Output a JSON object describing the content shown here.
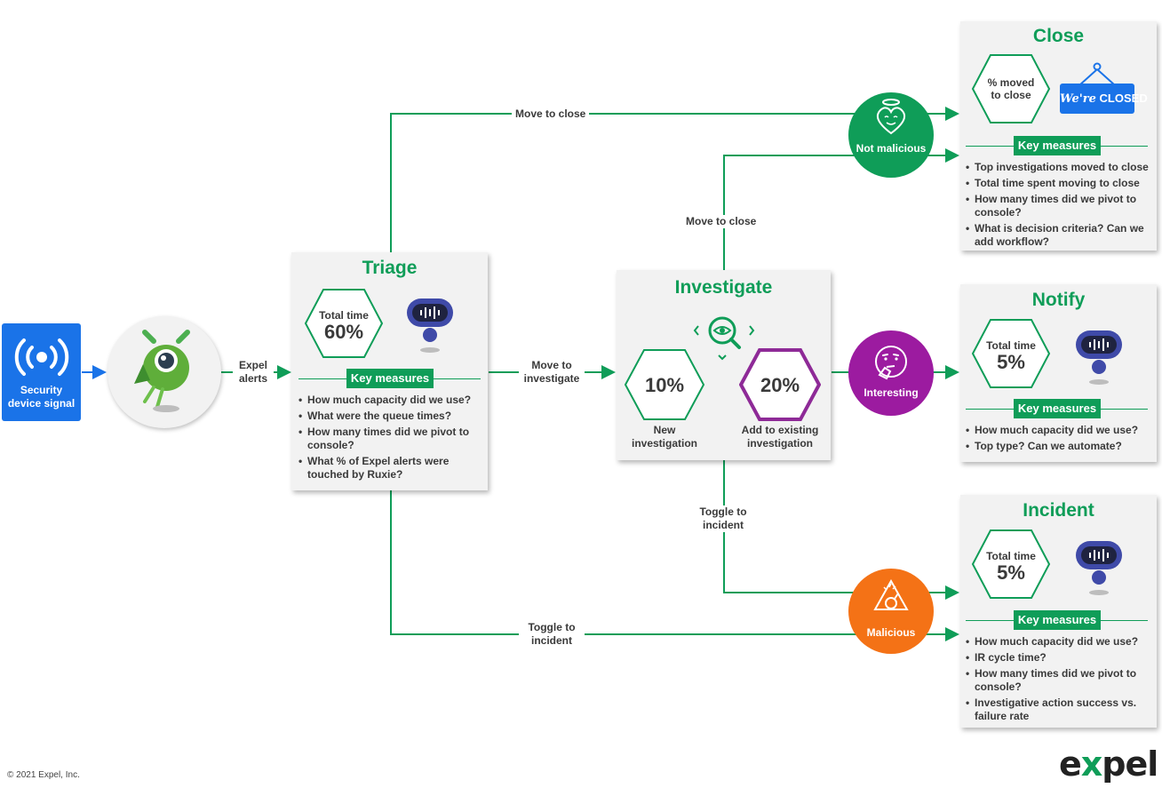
{
  "signal": {
    "label": "Security device signal",
    "icon": "wireless-signal-icon"
  },
  "edges": {
    "expel_alerts": "Expel alerts",
    "move_to_close_top": "Move to close",
    "move_to_close_mid": "Move to close",
    "move_to_investigate": "Move to investigate",
    "toggle_to_incident_mid": "Toggle to incident",
    "toggle_to_incident_bottom": "Toggle to incident"
  },
  "triage": {
    "title": "Triage",
    "hex_label": "Total time",
    "hex_value": "60%",
    "key_measures": "Key measures",
    "bullets": [
      "How much capacity did we use?",
      "What were the queue times?",
      "How many times did we pivot to console?",
      "What % of Expel alerts were touched by Ruxie?"
    ]
  },
  "investigate": {
    "title": "Investigate",
    "new_value": "10%",
    "new_label": "New investigation",
    "add_value": "20%",
    "add_label": "Add to existing investigation"
  },
  "outcomes": {
    "not_malicious": "Not malicious",
    "interesting": "Interesting",
    "malicious": "Malicious"
  },
  "close": {
    "title": "Close",
    "hex_label": "% moved to close",
    "sign_text_1": "We're",
    "sign_text_2": "CLOSED",
    "key_measures": "Key measures",
    "bullets": [
      "Top investigations moved to close",
      "Total time spent moving to close",
      "How many times did we pivot to console?",
      "What is decision criteria? Can we add workflow?"
    ]
  },
  "notify": {
    "title": "Notify",
    "hex_label": "Total time",
    "hex_value": "5%",
    "key_measures": "Key measures",
    "bullets": [
      "How much capacity did we use?",
      "Top type? Can we automate?"
    ]
  },
  "incident": {
    "title": "Incident",
    "hex_label": "Total time",
    "hex_value": "5%",
    "key_measures": "Key measures",
    "bullets": [
      "How much capacity did we use?",
      "IR cycle time?",
      "How many times did we pivot to console?",
      "Investigative action success vs. failure rate"
    ]
  },
  "footer": {
    "copyright": "© 2021 Expel, Inc."
  },
  "logo": {
    "part1": "e",
    "part2": "x",
    "part3": "pel"
  },
  "colors": {
    "green": "#0f9d58",
    "blue": "#1a73e8",
    "purple": "#8e2a97",
    "orange": "#f47216",
    "magenta": "#9c1ba0"
  }
}
